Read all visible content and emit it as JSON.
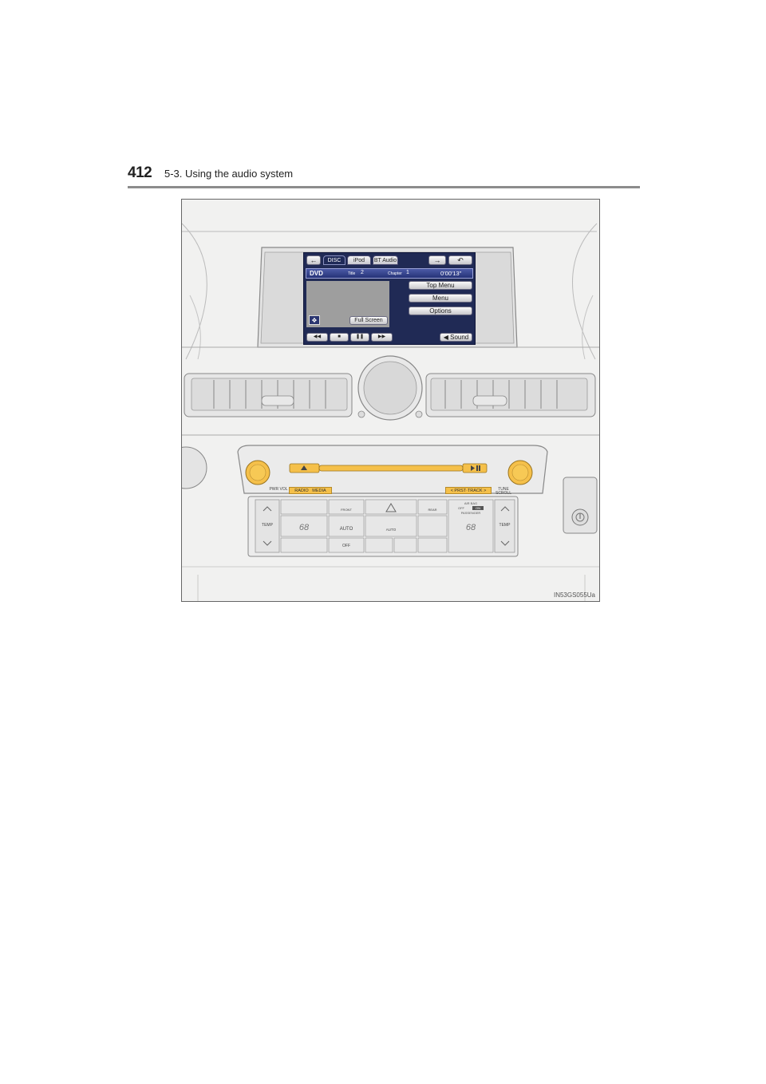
{
  "header": {
    "page_number": "412",
    "section_title": "5-3. Using the audio system"
  },
  "figure": {
    "figure_id": "IN53GS055Ua",
    "screen": {
      "tabs": [
        "DISC",
        "iPod",
        "BT Audio"
      ],
      "source": "DVD",
      "title_label": "Title",
      "title_value": "2",
      "chapter_label": "Chapter",
      "chapter_value": "1",
      "elapsed_time": "0'00'13\"",
      "menu_buttons": [
        "Top Menu",
        "Menu",
        "Options"
      ],
      "full_screen_label": "Full Screen",
      "sound_label": "Sound"
    },
    "panel": {
      "pwr_vol_label": "PWR VOL",
      "radio_label": "RADIO",
      "media_label": "MEDIA",
      "seek_track_label": "< PRST·TRACK >",
      "tune_scroll_label": "TUNE SCROLL",
      "temp_left_label": "TEMP",
      "temp_right_label": "TEMP",
      "temp_left_value": "68",
      "temp_right_value": "68",
      "front_label": "FRONT",
      "rear_label": "REAR",
      "auto_label": "AUTO",
      "auto_center_label": "AUTO",
      "off_label": "OFF",
      "airbag_label": "AIR BAG",
      "airbag_off": "OFF",
      "airbag_on": "ON",
      "passenger_label": "PASSENGER"
    },
    "colors": {
      "highlight": "#f5c04a",
      "screen_bg": "#202a55"
    }
  }
}
